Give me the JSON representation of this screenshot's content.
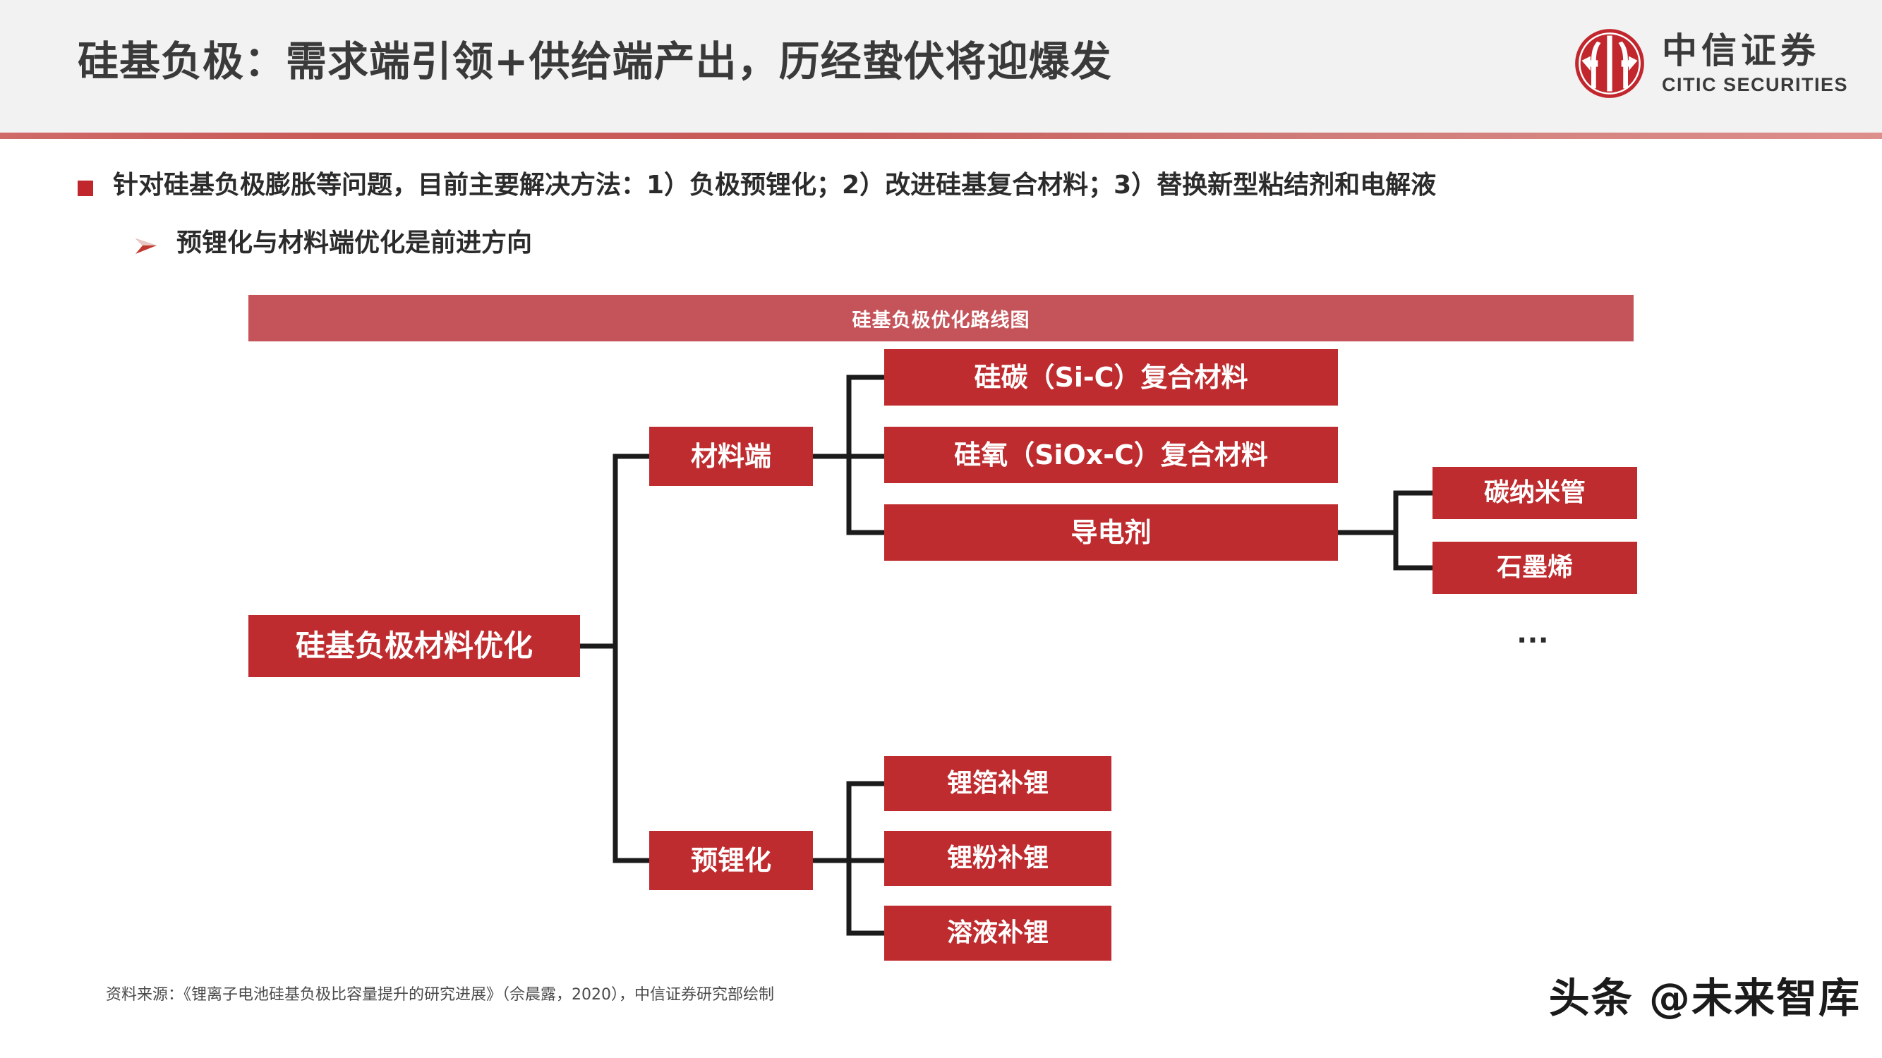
{
  "header": {
    "title": "硅基负极：需求端引领+供给端产出，历经蛰伏将迎爆发",
    "logo": {
      "icon": "citic-logo-icon",
      "name_cn": "中信证券",
      "name_en": "CITIC SECURITIES"
    }
  },
  "bullets": [
    {
      "marker": "square-bullet-icon",
      "text": "针对硅基负极膨胀等问题，目前主要解决方法：1）负极预锂化；2）改进硅基复合材料；3）替换新型粘结剂和电解液"
    },
    {
      "marker": "triangle-bullet-icon",
      "text": "预锂化与材料端优化是前进方向"
    }
  ],
  "exhibit": {
    "title": "硅基负极优化路线图",
    "ellipsis": "…"
  },
  "chart_data": {
    "type": "diagram",
    "title": "硅基负极优化路线图",
    "root": "硅基负极材料优化",
    "nodes": {
      "material_end": "材料端",
      "prelithiation": "预锂化",
      "si_c": "硅碳（Si-C）复合材料",
      "siox_c": "硅氧（SiOx-C）复合材料",
      "conductive_agent": "导电剂",
      "carbon_nanotube": "碳纳米管",
      "graphene": "石墨烯",
      "li_foil": "锂箔补锂",
      "li_powder": "锂粉补锂",
      "li_solution": "溶液补锂"
    },
    "edges": [
      [
        "硅基负极材料优化",
        "材料端"
      ],
      [
        "硅基负极材料优化",
        "预锂化"
      ],
      [
        "材料端",
        "硅碳（Si-C）复合材料"
      ],
      [
        "材料端",
        "硅氧（SiOx-C）复合材料"
      ],
      [
        "材料端",
        "导电剂"
      ],
      [
        "导电剂",
        "碳纳米管"
      ],
      [
        "导电剂",
        "石墨烯"
      ],
      [
        "预锂化",
        "锂箔补锂"
      ],
      [
        "预锂化",
        "锂粉补锂"
      ],
      [
        "预锂化",
        "溶液补锂"
      ]
    ]
  },
  "footer": {
    "source": "资料来源：《锂离子电池硅基负极比容量提升的研究进展》（佘晨露，2020），中信证券研究部绘制",
    "watermark": "头条 @未来智库"
  },
  "colors": {
    "box_red": "#bf2c2f",
    "bar_red": "#c4545a",
    "header_bg": "#f2f2f2",
    "title_text": "#3a3a3a",
    "line": "#1b1b1b"
  }
}
